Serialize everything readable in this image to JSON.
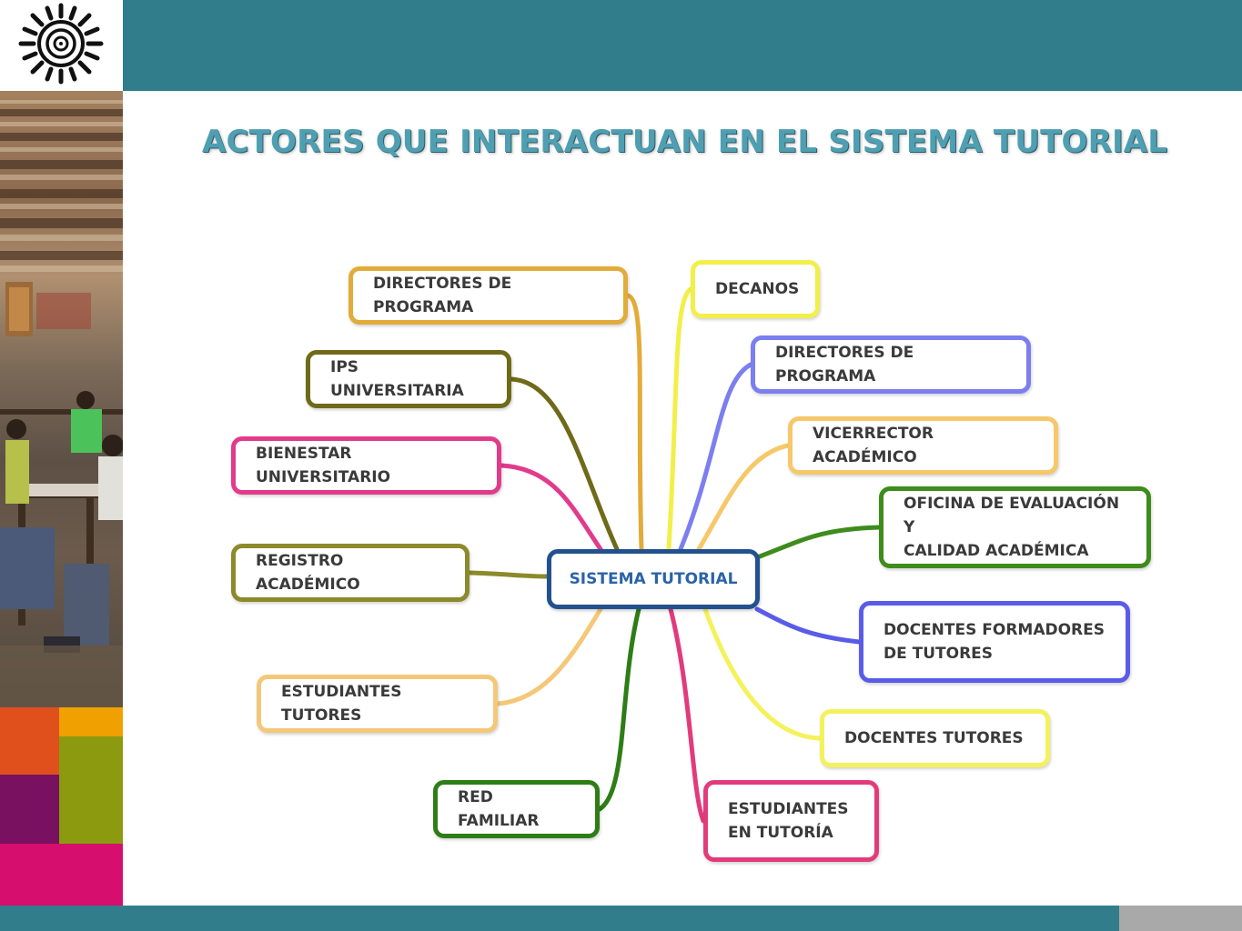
{
  "title": "ACTORES QUE INTERACTUAN EN EL SISTEMA TUTORIAL",
  "colors": {
    "header_bar": "#327d8b",
    "title": "#4f9fb2",
    "center_border": "#22518f",
    "block_orange_red": "#e0501c",
    "block_amber": "#f0a000",
    "block_purple": "#7a1060",
    "block_olive": "#8c9a10",
    "block_magenta": "#d60e6e"
  },
  "center": {
    "label": "SISTEMA TUTORIAL"
  },
  "nodes": [
    {
      "id": "directores-programa-left",
      "label": "DIRECTORES DE PROGRAMA",
      "color": "#e2ac3a"
    },
    {
      "id": "decanos",
      "label": "DECANOS",
      "color": "#f2ef4a"
    },
    {
      "id": "ips-universitaria",
      "label": "IPS UNIVERSITARIA",
      "color": "#6f6a1a"
    },
    {
      "id": "directores-programa-right",
      "label": "DIRECTORES DE PROGRAMA",
      "color": "#7b7ff0"
    },
    {
      "id": "bienestar-universitario",
      "label": "BIENESTAR UNIVERSITARIO",
      "color": "#e23b8c"
    },
    {
      "id": "vicerrector-academico",
      "label": "VICERRECTOR ACADÉMICO",
      "color": "#f6c86a"
    },
    {
      "id": "oficina-evaluacion",
      "label": "OFICINA DE EVALUACIÓN Y\nCALIDAD ACADÉMICA",
      "color": "#3e8c1c"
    },
    {
      "id": "registro-academico",
      "label": "REGISTRO ACADÉMICO",
      "color": "#8c8a2a"
    },
    {
      "id": "docentes-formadores",
      "label": "DOCENTES FORMADORES\nDE TUTORES",
      "color": "#5a5ce8"
    },
    {
      "id": "estudiantes-tutores",
      "label": "ESTUDIANTES TUTORES",
      "color": "#f4c878"
    },
    {
      "id": "docentes-tutores",
      "label": "DOCENTES TUTORES",
      "color": "#f4f25c"
    },
    {
      "id": "red-familiar",
      "label": "RED FAMILIAR",
      "color": "#2e7d16"
    },
    {
      "id": "estudiantes-tutoria",
      "label": "ESTUDIANTES\nEN TUTORÍA",
      "color": "#e23b7c"
    }
  ]
}
